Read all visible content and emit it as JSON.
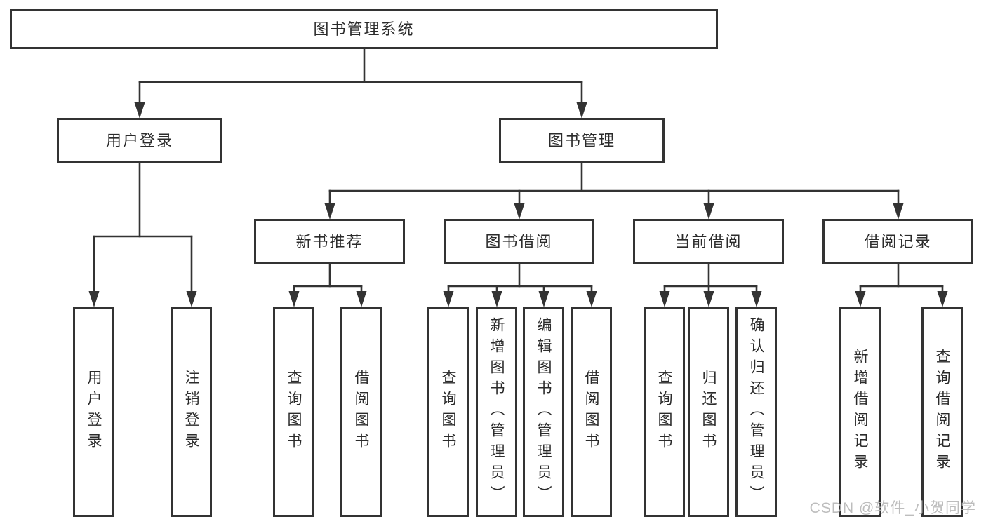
{
  "diagram_type": "hierarchy-tree",
  "tree": {
    "root": {
      "label": "图书管理系统",
      "children": [
        {
          "label": "用户登录",
          "children": [
            {
              "label": "用户登录"
            },
            {
              "label": "注销登录"
            }
          ]
        },
        {
          "label": "图书管理",
          "children": [
            {
              "label": "新书推荐",
              "children": [
                {
                  "label": "查询图书"
                },
                {
                  "label": "借阅图书"
                }
              ]
            },
            {
              "label": "图书借阅",
              "children": [
                {
                  "label": "查询图书"
                },
                {
                  "label": "新增图书（管理员）"
                },
                {
                  "label": "编辑图书（管理员）"
                },
                {
                  "label": "借阅图书"
                }
              ]
            },
            {
              "label": "当前借阅",
              "children": [
                {
                  "label": "查询图书"
                },
                {
                  "label": "归还图书"
                },
                {
                  "label": "确认归还（管理员）"
                }
              ]
            },
            {
              "label": "借阅记录",
              "children": [
                {
                  "label": "新增借阅记录"
                },
                {
                  "label": "查询借阅记录"
                }
              ]
            }
          ]
        }
      ]
    }
  },
  "watermark": {
    "label": "CSDN @软件_小贺同学"
  },
  "colors": {
    "line": "#333333",
    "box_border": "#333333",
    "text": "#2b2b2b",
    "watermark": "#b6b6b6",
    "background": "#ffffff"
  }
}
